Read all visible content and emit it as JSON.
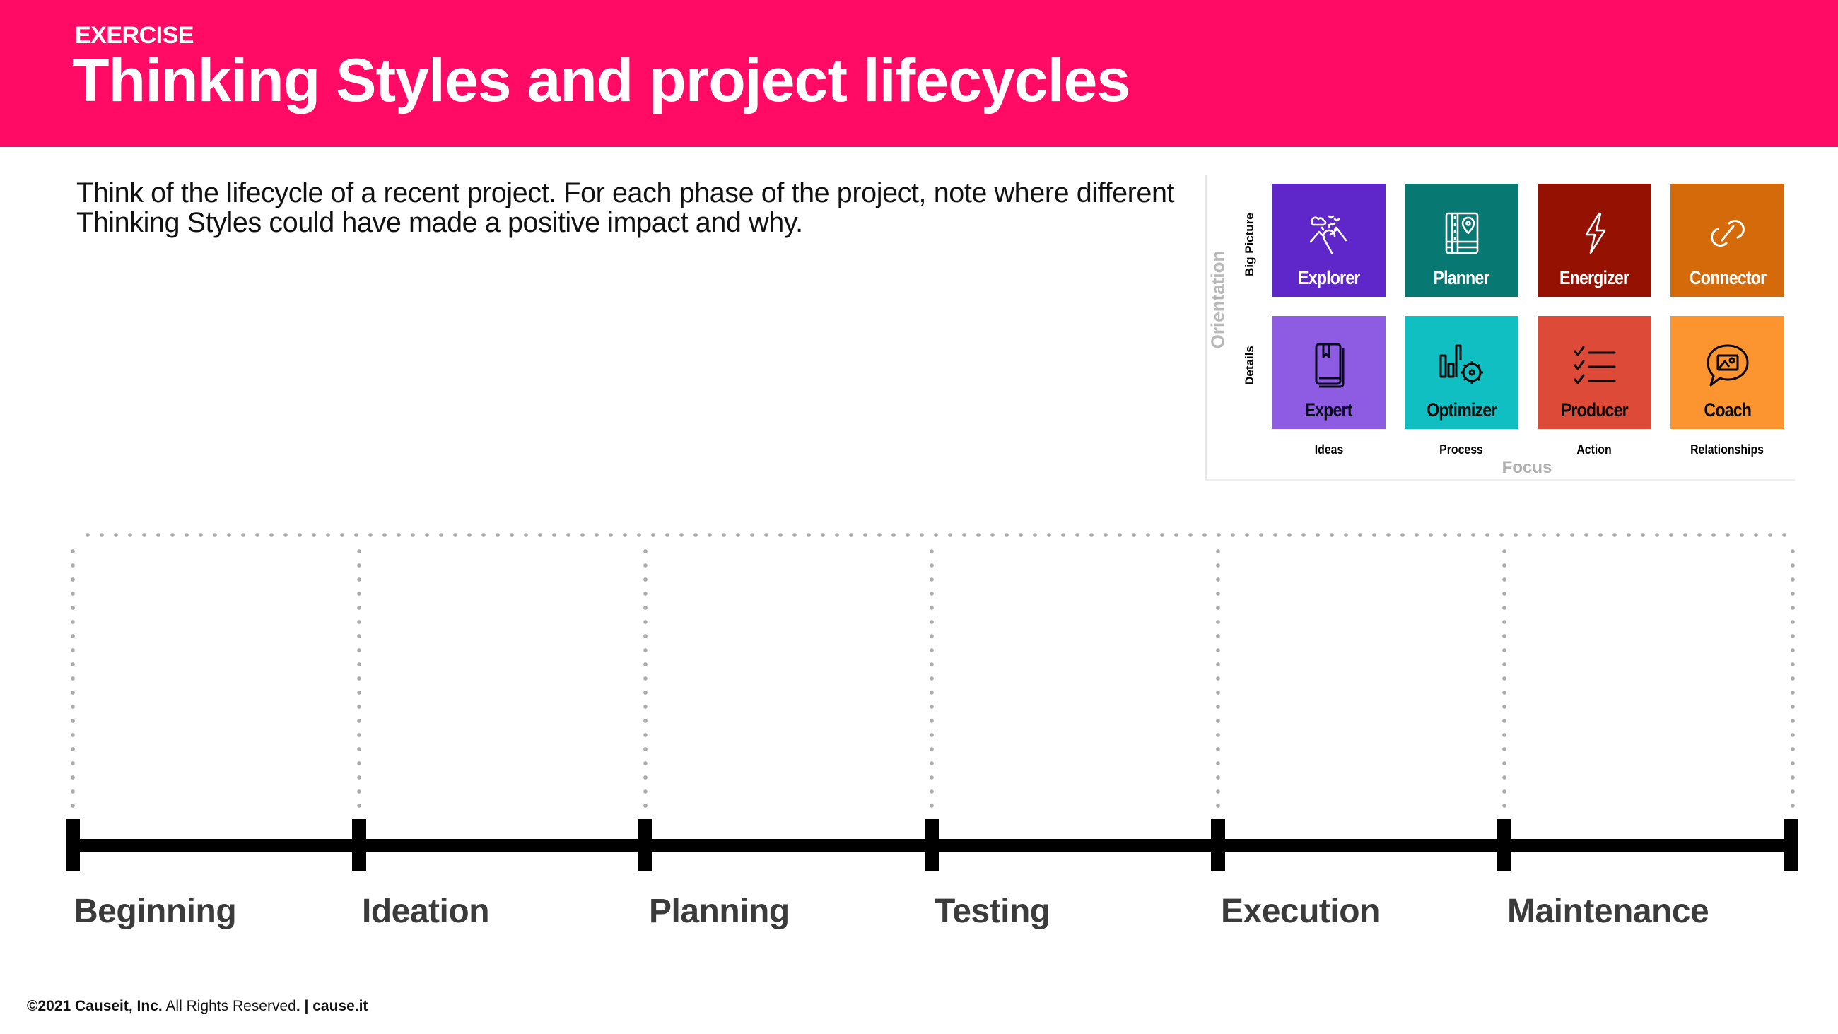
{
  "header": {
    "eyebrow": "EXERCISE",
    "title": "Thinking Styles and project lifecycles",
    "background_color": "#FF0A64"
  },
  "intro": {
    "text": "Think of the lifecycle of a recent project. For each phase of the project, note where different Thinking Styles could have made a positive impact and why."
  },
  "styles_grid": {
    "y_axis_label": "Orientation",
    "x_axis_label": "Focus",
    "rows": [
      {
        "label": "Big Picture"
      },
      {
        "label": "Details"
      }
    ],
    "columns": [
      {
        "label": "Ideas"
      },
      {
        "label": "Process"
      },
      {
        "label": "Action"
      },
      {
        "label": "Relationships"
      }
    ],
    "tiles": [
      {
        "label": "Explorer",
        "icon": "explorer-landscape-icon",
        "color": "#5F26C9",
        "text_color": "#FFFFFF"
      },
      {
        "label": "Planner",
        "icon": "map-book-icon",
        "color": "#087873",
        "text_color": "#FFFFFF"
      },
      {
        "label": "Energizer",
        "icon": "lightning-bolt-icon",
        "color": "#951203",
        "text_color": "#FFFFFF"
      },
      {
        "label": "Connector",
        "icon": "chain-link-icon",
        "color": "#D56A0A",
        "text_color": "#FFFFFF"
      },
      {
        "label": "Expert",
        "icon": "book-icon",
        "color": "#8E5CE3",
        "text_color": "#0A0A1E"
      },
      {
        "label": "Optimizer",
        "icon": "chart-gear-icon",
        "color": "#10BFC2",
        "text_color": "#0A0A0A"
      },
      {
        "label": "Producer",
        "icon": "checklist-icon",
        "color": "#DD4A38",
        "text_color": "#0A0A0A"
      },
      {
        "label": "Coach",
        "icon": "speech-bubble-image-icon",
        "color": "#FC9530",
        "text_color": "#0A0A0A"
      }
    ]
  },
  "timeline": {
    "phases": [
      {
        "label": "Beginning"
      },
      {
        "label": "Ideation"
      },
      {
        "label": "Planning"
      },
      {
        "label": "Testing"
      },
      {
        "label": "Execution"
      },
      {
        "label": "Maintenance"
      }
    ]
  },
  "footer": {
    "copyright_bold": "©2021 Causeit, Inc.",
    "rights": " All Rights Reserved",
    "separator": ". | ",
    "site": "cause.it"
  }
}
